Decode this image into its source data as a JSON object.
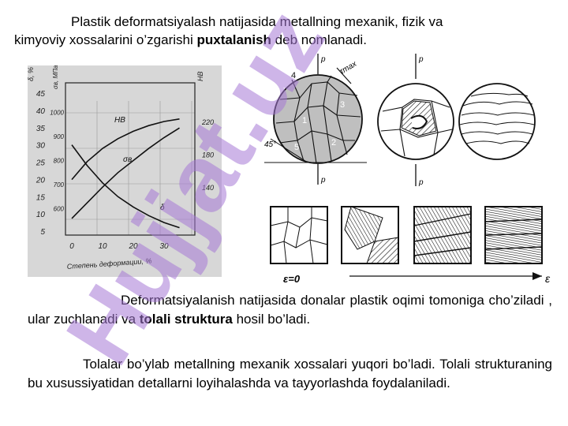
{
  "intro": {
    "line1": "Plastik deformatsiyalash natijasida metallning mexanik, fizik va",
    "line2_start": "kimyoviy xossalarini o’zgarishi ",
    "term": "puxtalanish",
    "line2_end": " deb nomlanadi."
  },
  "para2": {
    "text": "Deformatsiyalanish natijasida donalar plastik oqimi tomoniga cho’ziladi , ular zuchlanadi va ",
    "term": "tolali struktura",
    "end": " hosil bo’ladi."
  },
  "para3": {
    "text": "Tolalar bo’ylab metallning mexanik xossalari yuqori bo’ladi. Tolali strukturaning bu xusussiyatidan detallarni loyihalashda va tayyorlashda foydalaniladi."
  },
  "graph": {
    "left_axis_label": "δ, %",
    "left_axis_label2": "σв, МПа",
    "right_axis_label": "HB",
    "x_axis_label": "Степень деформации, %",
    "delta_ticks": [
      "5",
      "10",
      "15",
      "20",
      "25",
      "30",
      "35",
      "40",
      "45"
    ],
    "sigma_ticks": [
      "600",
      "700",
      "800",
      "900",
      "1000"
    ],
    "hb_ticks": [
      "140",
      "180",
      "220"
    ],
    "x_ticks": [
      "0",
      "10",
      "20",
      "30"
    ],
    "curve_labels": {
      "hb": "HB",
      "sigma": "σв",
      "delta": "δ"
    },
    "chart_data": {
      "type": "line",
      "title": "",
      "xlabel": "Степень деформации, %",
      "x": [
        0,
        5,
        10,
        15,
        20,
        25,
        30,
        35
      ],
      "series": [
        {
          "name": "HB",
          "values": [
            150,
            172,
            188,
            200,
            209,
            216,
            221,
            224
          ]
        },
        {
          "name": "σв",
          "values": [
            560,
            625,
            690,
            750,
            800,
            850,
            895,
            935
          ]
        },
        {
          "name": "δ",
          "values": [
            30,
            24,
            19,
            15,
            12,
            9.5,
            7.5,
            6
          ]
        }
      ]
    }
  },
  "micro": {
    "label_p": "p",
    "label_tmax": "τmax",
    "label_45": "45°",
    "grain_numbers": [
      "1",
      "2",
      "3",
      "4",
      "5"
    ],
    "eps_zero": "ε=0",
    "eps": "ε"
  },
  "watermark": {
    "text": "Hujjat.uz",
    "color": "#a678d6"
  }
}
